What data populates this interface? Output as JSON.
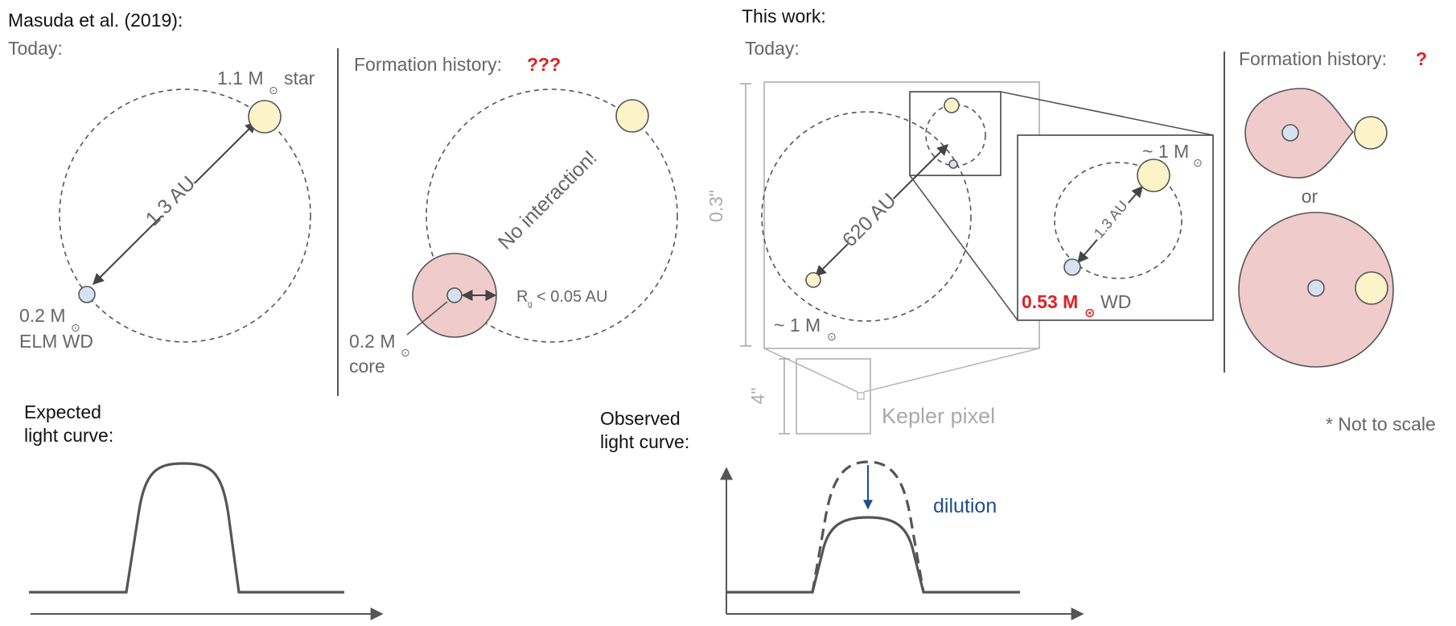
{
  "left": {
    "title": "Masuda et al. (2019):",
    "today": "Today:",
    "star_label": "1.1 M",
    "star_suffix": "star",
    "sep_label": "1.3 AU",
    "wd_label": "0.2 M",
    "wd_suffix": "ELM WD",
    "formation": "Formation history:",
    "formation_q": "???",
    "no_interaction": "No interaction!",
    "rg_prefix": "R",
    "rg_sub": "g",
    "rg_suffix": "< 0.05 AU",
    "core_label": "0.2 M",
    "core_suffix": "core",
    "expected_1": "Expected",
    "expected_2": "light curve:"
  },
  "right": {
    "title": "This work:",
    "today": "Today:",
    "angle": "0.3\"",
    "sep_outer": "620 AU",
    "mass_outer": "~ 1 M",
    "mass_inner": "~ 1 M",
    "sep_inner": "1.3 AU",
    "wd_mass": "0.53 M",
    "wd_suffix": "WD",
    "pixel_size": "4\"",
    "pixel_label": "Kepler pixel",
    "formation": "Formation history:",
    "formation_q": "?",
    "or": "or",
    "not_to_scale": "* Not to scale",
    "observed_1": "Observed",
    "observed_2": "light curve:",
    "dilution": "dilution"
  },
  "colors": {
    "accent_red": "#dd2222",
    "dilution_blue": "#1f4e8c",
    "star_fill": "#fdf3c9",
    "wd_fill": "#d6e2f2",
    "envelope_fill": "#efcbcb"
  }
}
